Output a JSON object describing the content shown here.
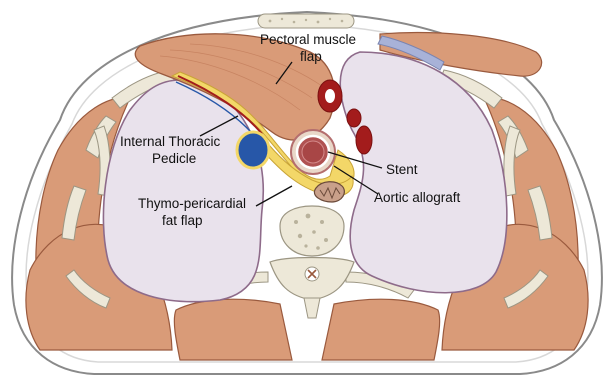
{
  "labels": {
    "pectoral_line1": "Pectoral muscle",
    "pectoral_line2": "flap",
    "internal_line1": "Internal Thoracic",
    "internal_line2": "Pedicle",
    "stent": "Stent",
    "aortic": "Aortic allograft",
    "thymo_line1": "Thymo-pericardial",
    "thymo_line2": "fat flap"
  },
  "colors": {
    "background": "#ffffff",
    "body_outline": "#8a8a8a",
    "body_fill": "#ffffff",
    "lung_fill": "#e9e2ec",
    "lung_stroke": "#8e6b8a",
    "muscle_fill": "#d99b78",
    "muscle_stroke": "#9a5a3e",
    "bone_fill": "#ede8d8",
    "bone_stroke": "#9c9683",
    "fat_fill": "#f3d768",
    "vessel_blue": "#2757a8",
    "vessel_red": "#a31c1c",
    "graft_fill": "#b05252",
    "leader_line": "#111111"
  }
}
